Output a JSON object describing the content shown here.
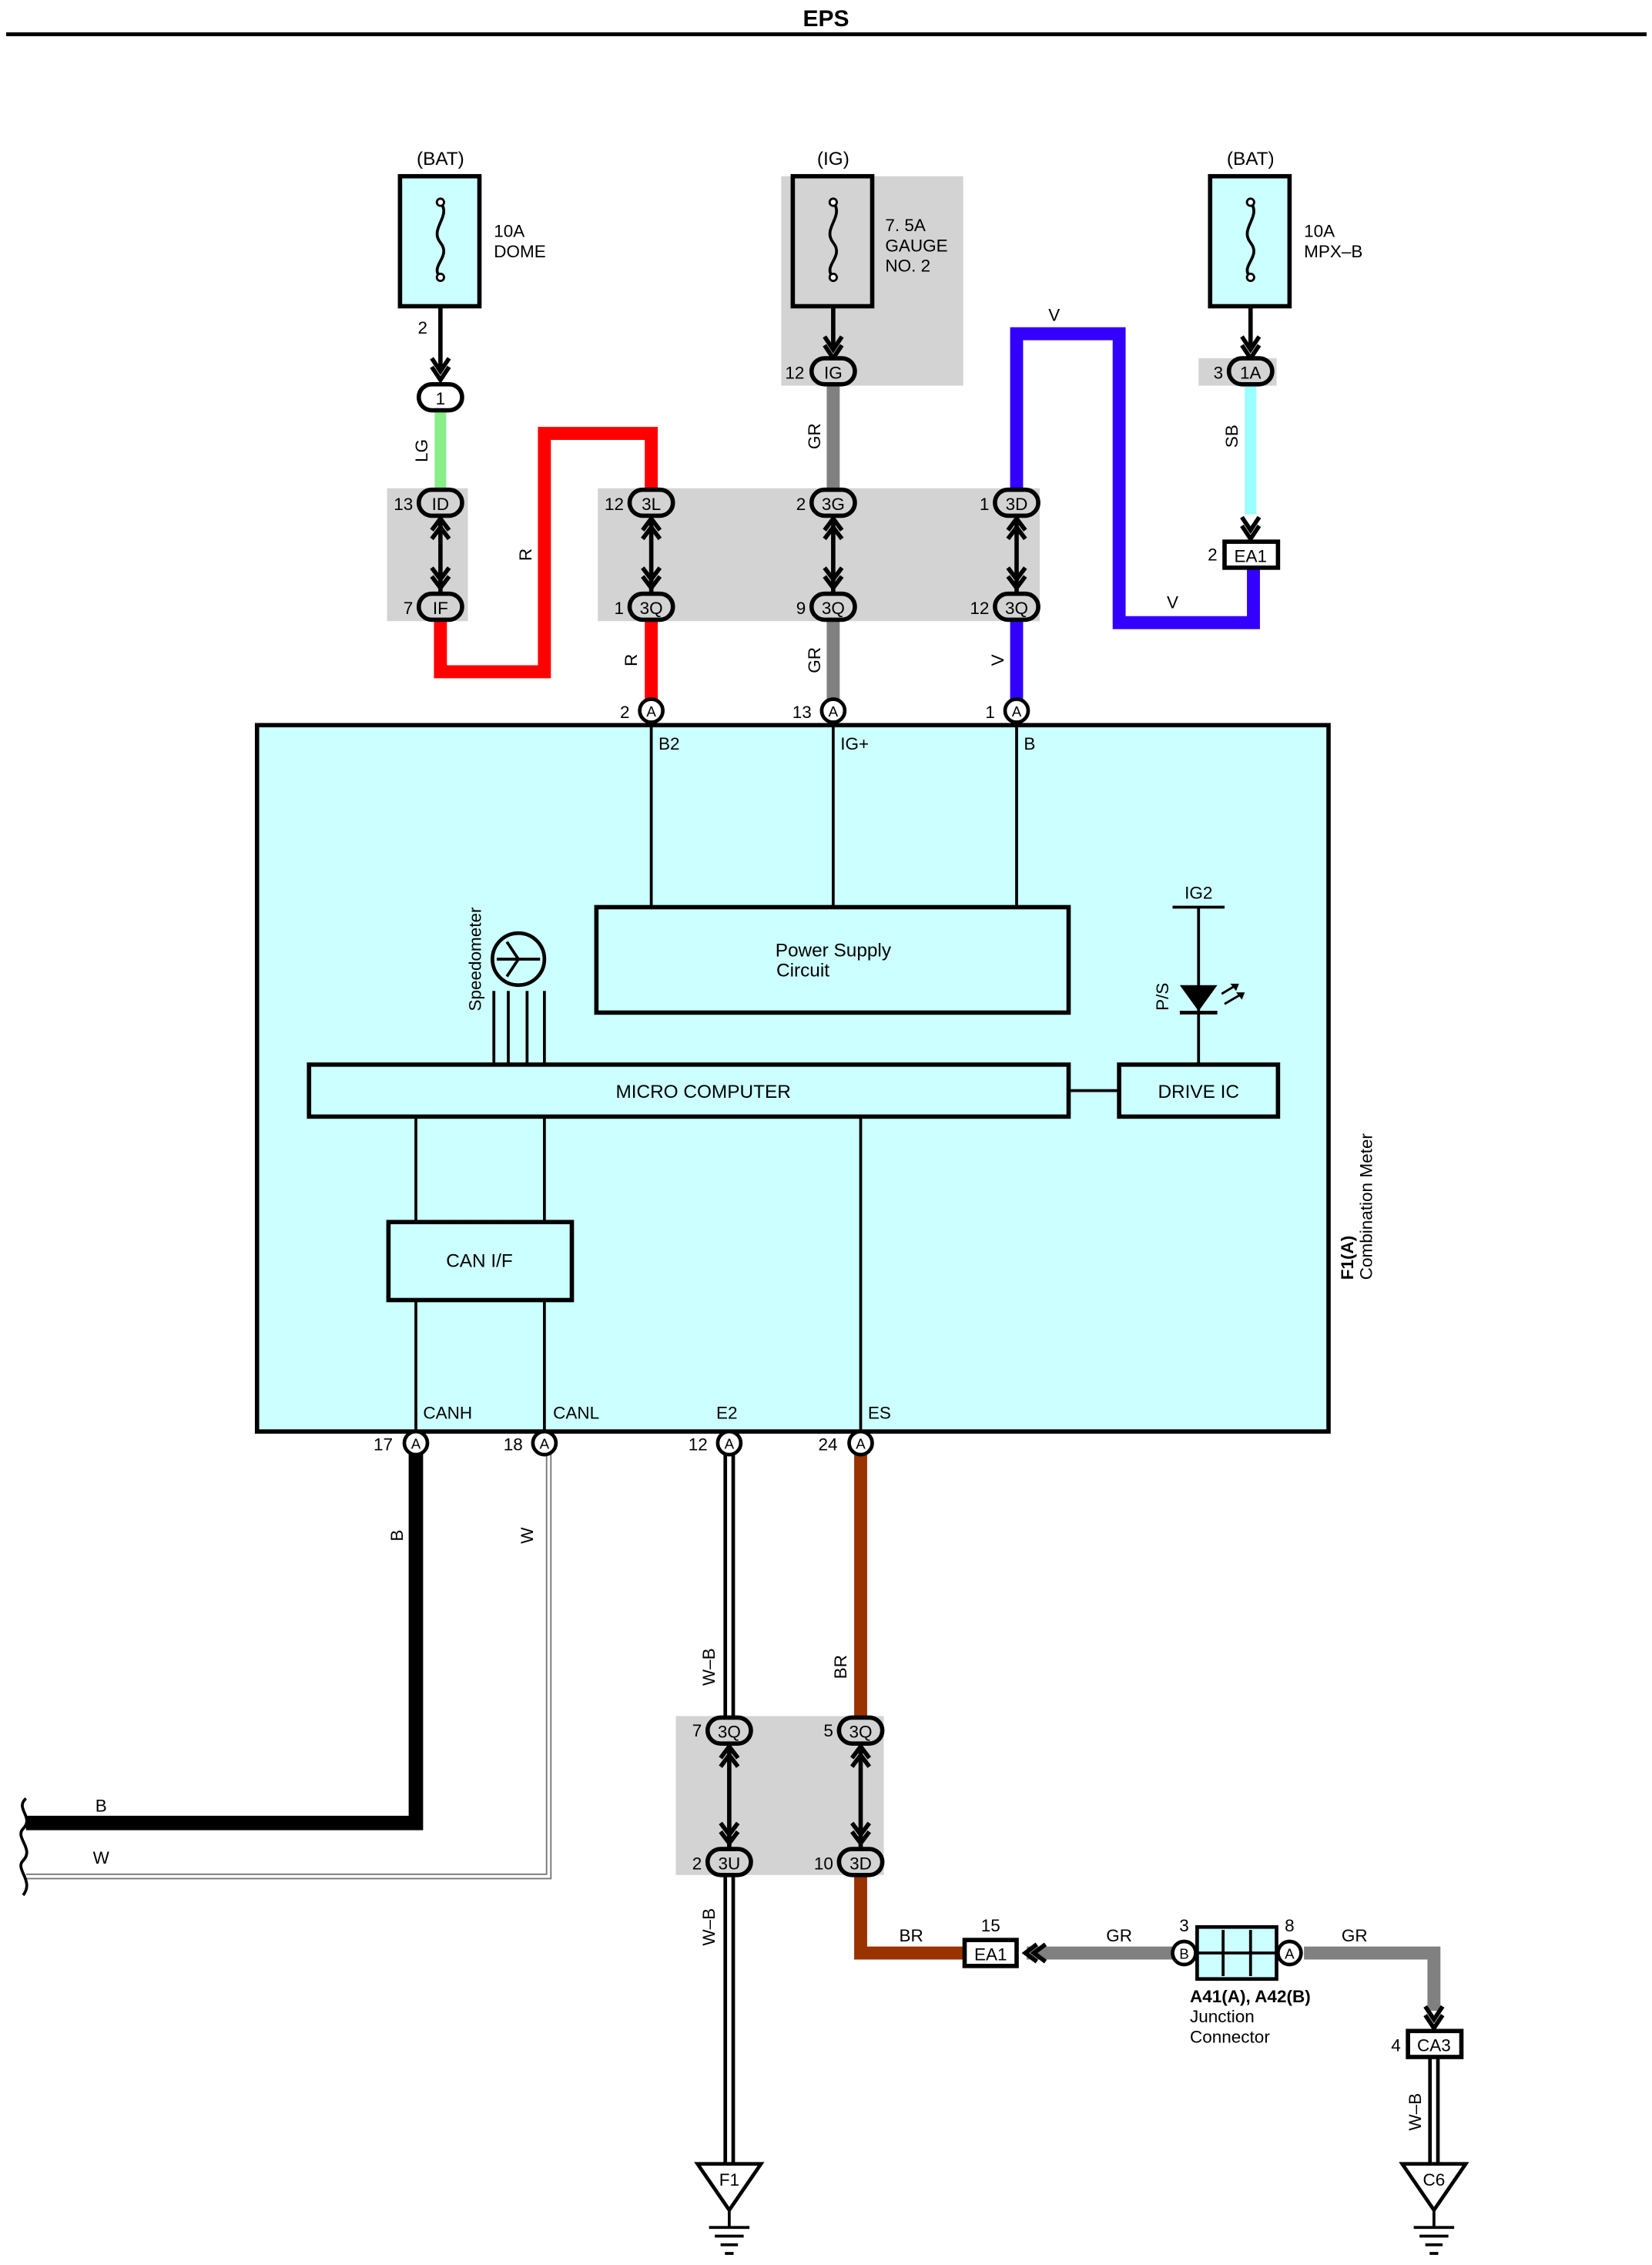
{
  "title": "EPS",
  "colors": {
    "meter_fill": "#ccffff",
    "panel_gray": "#d3d3d3",
    "wire_red": "#ff0000",
    "wire_gray": "#808080",
    "wire_violet": "#3300ff",
    "wire_lightgreen": "#88ee88",
    "wire_skyblue": "#99ffff",
    "wire_brown": "#993300",
    "wire_black": "#000000"
  },
  "fuses": {
    "dome": {
      "source": "(BAT)",
      "rating": "10A",
      "name": "DOME",
      "pin": "2"
    },
    "gauge": {
      "source": "(IG)",
      "rating": "7. 5A",
      "name": "GAUGE",
      "name2": "NO. 2"
    },
    "mpx": {
      "source": "(BAT)",
      "rating": "10A",
      "name": "MPX–B"
    }
  },
  "connectors": {
    "c1": {
      "pin": "",
      "id": "1"
    },
    "cIG": {
      "pin": "12",
      "id": "IG"
    },
    "c1A": {
      "pin": "3",
      "id": "1A"
    },
    "cID": {
      "pin": "13",
      "id": "ID"
    },
    "cIF": {
      "pin": "7",
      "id": "IF"
    },
    "c3L": {
      "pin": "12",
      "id": "3L"
    },
    "c3Q_r": {
      "pin": "1",
      "id": "3Q"
    },
    "c3G": {
      "pin": "2",
      "id": "3G"
    },
    "c3Q_gr": {
      "pin": "9",
      "id": "3Q"
    },
    "c3D_v": {
      "pin": "1",
      "id": "3D"
    },
    "c3Q_v": {
      "pin": "12",
      "id": "3Q"
    },
    "cEA1_top": {
      "pin": "2",
      "id": "EA1"
    },
    "cA2": {
      "pin": "2",
      "id": "A"
    },
    "cA13": {
      "pin": "13",
      "id": "A"
    },
    "cA1": {
      "pin": "1",
      "id": "A"
    },
    "cA17": {
      "pin": "17",
      "id": "A"
    },
    "cA18": {
      "pin": "18",
      "id": "A"
    },
    "cA12": {
      "pin": "12",
      "id": "A"
    },
    "cA24": {
      "pin": "24",
      "id": "A"
    },
    "c3Q_wb": {
      "pin": "7",
      "id": "3Q"
    },
    "c3Q_br": {
      "pin": "5",
      "id": "3Q"
    },
    "c3U": {
      "pin": "2",
      "id": "3U"
    },
    "c3D_br": {
      "pin": "10",
      "id": "3D"
    },
    "cEA1_bot": {
      "pin": "15",
      "id": "EA1"
    },
    "cCA3": {
      "pin": "4",
      "id": "CA3"
    }
  },
  "junction": {
    "pin_b": "3",
    "id_b": "B",
    "pin_a": "8",
    "id_a": "A",
    "label": "A41(A), A42(B)",
    "label2": "Junction",
    "label3": "Connector"
  },
  "wires": {
    "lg": "LG",
    "r1": "R",
    "r2": "R",
    "gr1": "GR",
    "gr2": "GR",
    "v_top": "V",
    "v_right": "V",
    "v_low": "V",
    "sb": "SB",
    "b1": "B",
    "w1": "W",
    "b2": "B",
    "w2": "W",
    "wb1": "W–B",
    "wb2": "W–B",
    "wb3": "W–B",
    "br1": "BR",
    "br2": "BR",
    "gr3": "GR",
    "gr4": "GR"
  },
  "meter": {
    "terminals": {
      "b2": "B2",
      "ig": "IG+",
      "b": "B",
      "canh": "CANH",
      "canl": "CANL",
      "e2": "E2",
      "es": "ES"
    },
    "power_supply": "Power Supply",
    "power_supply2": "Circuit",
    "micro_computer": "MICRO COMPUTER",
    "can_if": "CAN I/F",
    "drive_ic": "DRIVE IC",
    "ig2": "IG2",
    "ps": "P/S",
    "speedometer": "Speedometer",
    "ref": "F1(A)",
    "name": "Combination Meter"
  },
  "grounds": {
    "g1": "F1",
    "g2": "C6"
  }
}
